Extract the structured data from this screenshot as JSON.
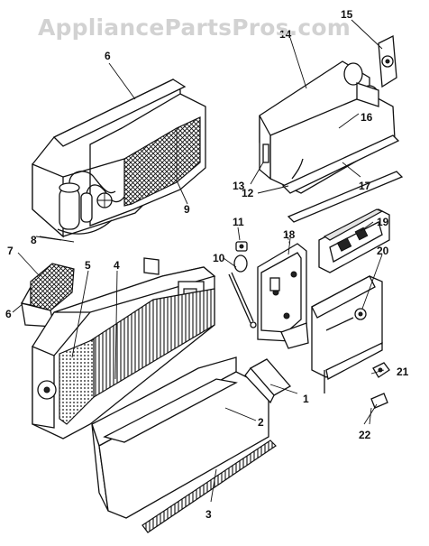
{
  "watermark": "AppliancePartsPros.com",
  "callouts": [
    "1",
    "2",
    "3",
    "4",
    "5",
    "6",
    "6",
    "7",
    "8",
    "9",
    "10",
    "11",
    "12",
    "13",
    "14",
    "15",
    "16",
    "17",
    "18",
    "19",
    "20",
    "21",
    "22"
  ]
}
